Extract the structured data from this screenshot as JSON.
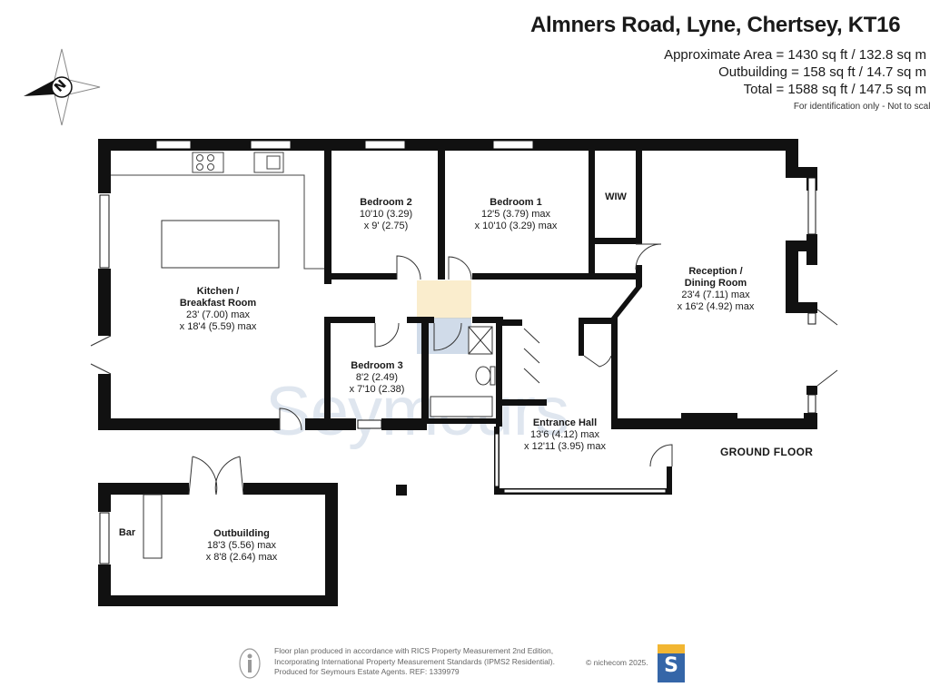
{
  "header": {
    "title": "Almners Road, Lyne, Chertsey, KT16",
    "area_line_1": "Approximate Area = 1430 sq ft / 132.8 sq m",
    "area_line_2": "Outbuilding = 158 sq ft / 14.7 sq m",
    "area_line_3": "Total = 1588 sq ft / 147.5 sq m",
    "note": "For identification only - Not to scale"
  },
  "compass": {
    "letter": "N"
  },
  "rooms": {
    "kitchen": {
      "name_1": "Kitchen /",
      "name_2": "Breakfast Room",
      "dim_1": "23' (7.00) max",
      "dim_2": "x 18'4 (5.59) max"
    },
    "bedroom2": {
      "name": "Bedroom 2",
      "dim_1": "10'10 (3.29)",
      "dim_2": "x 9' (2.75)"
    },
    "bedroom1": {
      "name": "Bedroom 1",
      "dim_1": "12'5 (3.79) max",
      "dim_2": "x 10'10 (3.29) max"
    },
    "wiw": {
      "name": "WIW"
    },
    "reception": {
      "name_1": "Reception /",
      "name_2": "Dining Room",
      "dim_1": "23'4 (7.11) max",
      "dim_2": "x 16'2 (4.92) max"
    },
    "bedroom3": {
      "name": "Bedroom 3",
      "dim_1": "8'2 (2.49)",
      "dim_2": "x 7'10 (2.38)"
    },
    "entrance": {
      "name": "Entrance Hall",
      "dim_1": "13'6 (4.12) max",
      "dim_2": "x 12'11 (3.95) max"
    },
    "outbuilding": {
      "name": "Outbuilding",
      "dim_1": "18'3 (5.56) max",
      "dim_2": "x 8'8 (2.64) max"
    },
    "bar": {
      "name": "Bar"
    }
  },
  "floor_label": "GROUND FLOOR",
  "watermark": "Seymours",
  "footer": {
    "line_1": "Floor plan produced in accordance with RICS Property Measurement 2nd Edition,",
    "line_2": "Incorporating International Property Measurement Standards (IPMS2 Residential).",
    "line_3": "Produced for Seymours Estate Agents.  REF: 1339979",
    "copyright": "© nichecom 2025.",
    "badge_letter": "S"
  },
  "colors": {
    "wall": "#111111",
    "badge_blue": "#3566a8",
    "badge_gold": "#f2b632"
  }
}
